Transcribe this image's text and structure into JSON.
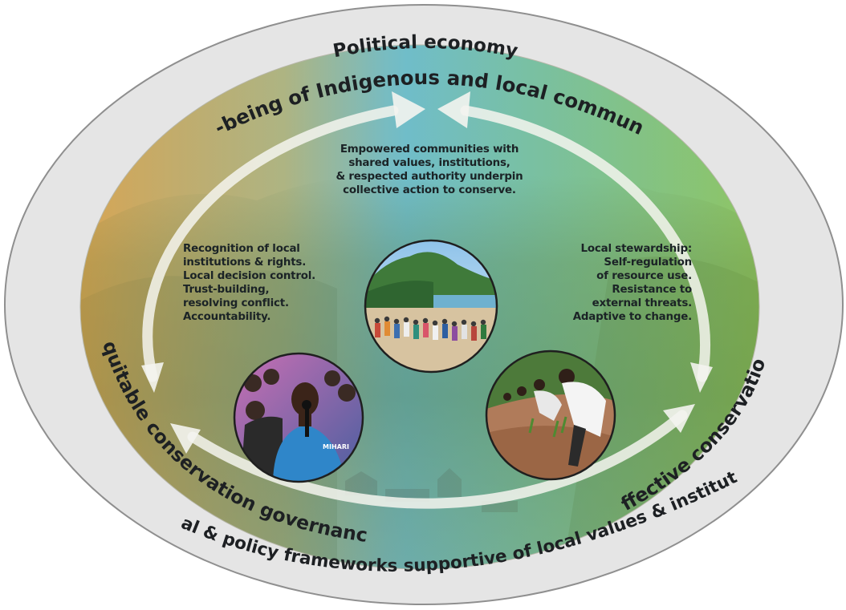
{
  "diagram": {
    "outer_title": "Political economy",
    "top_label": "Well-being of Indigenous and local communities",
    "left_label": "Equitable conservation governance",
    "right_label": "Effective conservation",
    "bottom_label": "Legal & policy frameworks supportive of local values & institutions",
    "center_text": [
      "Empowered communities with",
      "shared values, institutions,",
      "& respected authority underpin",
      "collective action to conserve."
    ],
    "left_text": [
      "Recognition of local",
      "institutions & rights.",
      "Local decision control.",
      "Trust-building,",
      "resolving conflict.",
      "Accountability."
    ],
    "right_text": [
      "Local stewardship:",
      "Self-regulation",
      "of resource use.",
      "Resistance to",
      "external threats.",
      "Adaptive to change."
    ],
    "photo_badge_text": "MIHARI"
  },
  "colors": {
    "outer_ring": "#e6e6e6",
    "outer_ring_stroke": "#9a9a9a",
    "gradient_left": "#d7ad5c",
    "gradient_top_center": "#79c0cd",
    "gradient_right": "#8fc16a",
    "forest": "#5f7a3d",
    "arrow": "#f4f4ef",
    "text_dark": "#1b2326"
  }
}
